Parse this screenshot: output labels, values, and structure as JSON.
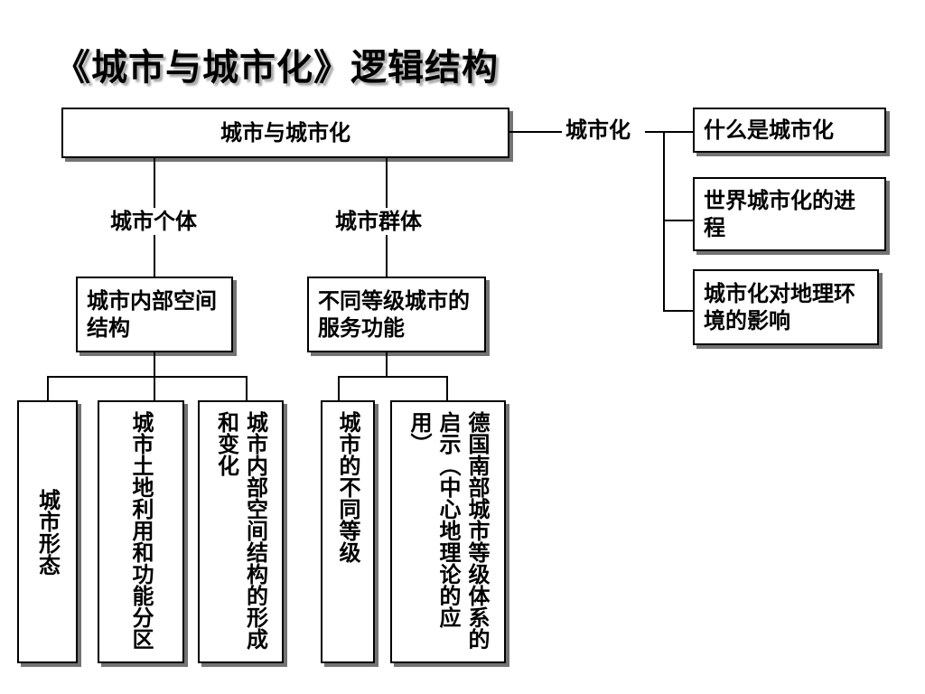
{
  "title": "《城市与城市化》逻辑结构",
  "root": "城市与城市化",
  "branch_individual": "城市个体",
  "branch_group": "城市群体",
  "branch_urbanization": "城市化",
  "internal_structure": "城市内部空间结构",
  "service_functions": "不同等级城市的服务功能",
  "leaves_individual": [
    "城市形态",
    "城市土地利用和功能分区",
    "城市内部空间结构的形成和变化"
  ],
  "leaves_group": [
    "城市的不同等级",
    "德国南部城市等级体系的启示（中心地理论的应用）"
  ],
  "urbanization_items": [
    "什么是城市化",
    "世界城市化的进程",
    "城市化对地理环境的影响"
  ],
  "colors": {
    "line": "#000000",
    "box_border": "#000000",
    "background": "#ffffff"
  }
}
